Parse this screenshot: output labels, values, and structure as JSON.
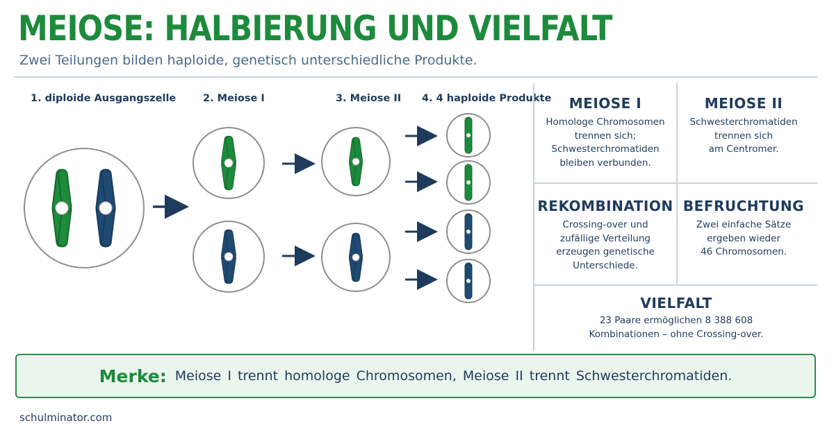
{
  "header": {
    "title": "MEIOSE: HALBIERUNG UND VIELFALT",
    "subtitle": "Zwei Teilungen bilden haploide, genetisch unterschiedliche Produkte."
  },
  "steps": [
    "1. diploide Ausgangszelle",
    "2. Meiose I",
    "3. Meiose II",
    "4. 4 haploide Produkte"
  ],
  "cards": {
    "meiose1": {
      "title": "MEIOSE I",
      "lines": [
        "Homologe Chromosomen",
        "trennen sich;",
        "Schwesterchromatiden",
        "bleiben verbunden."
      ]
    },
    "meiose2": {
      "title": "MEIOSE II",
      "lines": [
        "Schwesterchromatiden",
        "trennen sich",
        "am Centromer."
      ]
    },
    "rekombination": {
      "title": "REKOMBINATION",
      "lines": [
        "Crossing-over und",
        "zufällige Verteilung",
        "erzeugen genetische",
        "Unterschiede."
      ]
    },
    "befruchtung": {
      "title": "BEFRUCHTUNG",
      "lines": [
        "Zwei einfache Sätze",
        "ergeben wieder",
        "46 Chromosomen."
      ]
    },
    "vielfalt": {
      "title": "VIELFALT",
      "lines": [
        "23 Paare ermöglichen 8 388 608",
        "Kombinationen – ohne Crossing-over."
      ]
    }
  },
  "merke": {
    "label": "Merke:",
    "text": "Meiose I trennt homologe Chromosomen, Meiose II trennt Schwesterchromatiden."
  },
  "footer": "schulminator.com",
  "colors": {
    "green": "#1d8a3c",
    "blue": "#1f4a72",
    "navy_text": "#1f3b5c",
    "cell_border": "#8e8e8e"
  }
}
